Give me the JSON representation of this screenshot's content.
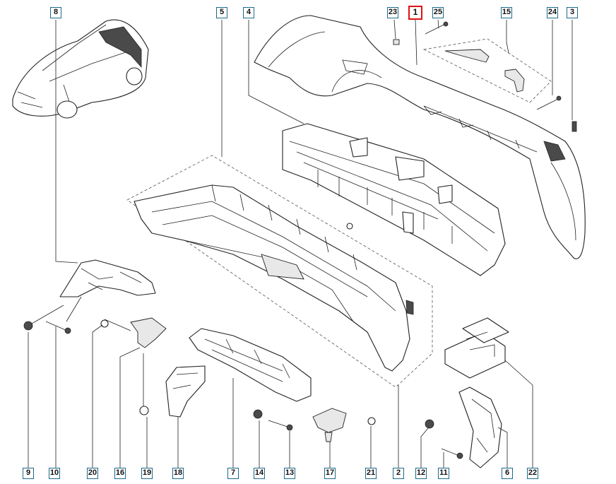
{
  "callouts": {
    "c1": "1",
    "c2": "2",
    "c3": "3",
    "c4": "4",
    "c5": "5",
    "c6": "6",
    "c7": "7",
    "c8": "8",
    "c9": "9",
    "c10": "10",
    "c11": "11",
    "c12": "12",
    "c13": "13",
    "c14": "14",
    "c15": "15",
    "c16": "16",
    "c17": "17",
    "c18": "18",
    "c19": "19",
    "c20": "20",
    "c21": "21",
    "c22": "22",
    "c23": "23",
    "c24": "24",
    "c25": "25"
  },
  "highlighted_callout": "1",
  "colors": {
    "callout_border": "#1c6a8c",
    "highlight_border": "#e01010"
  }
}
